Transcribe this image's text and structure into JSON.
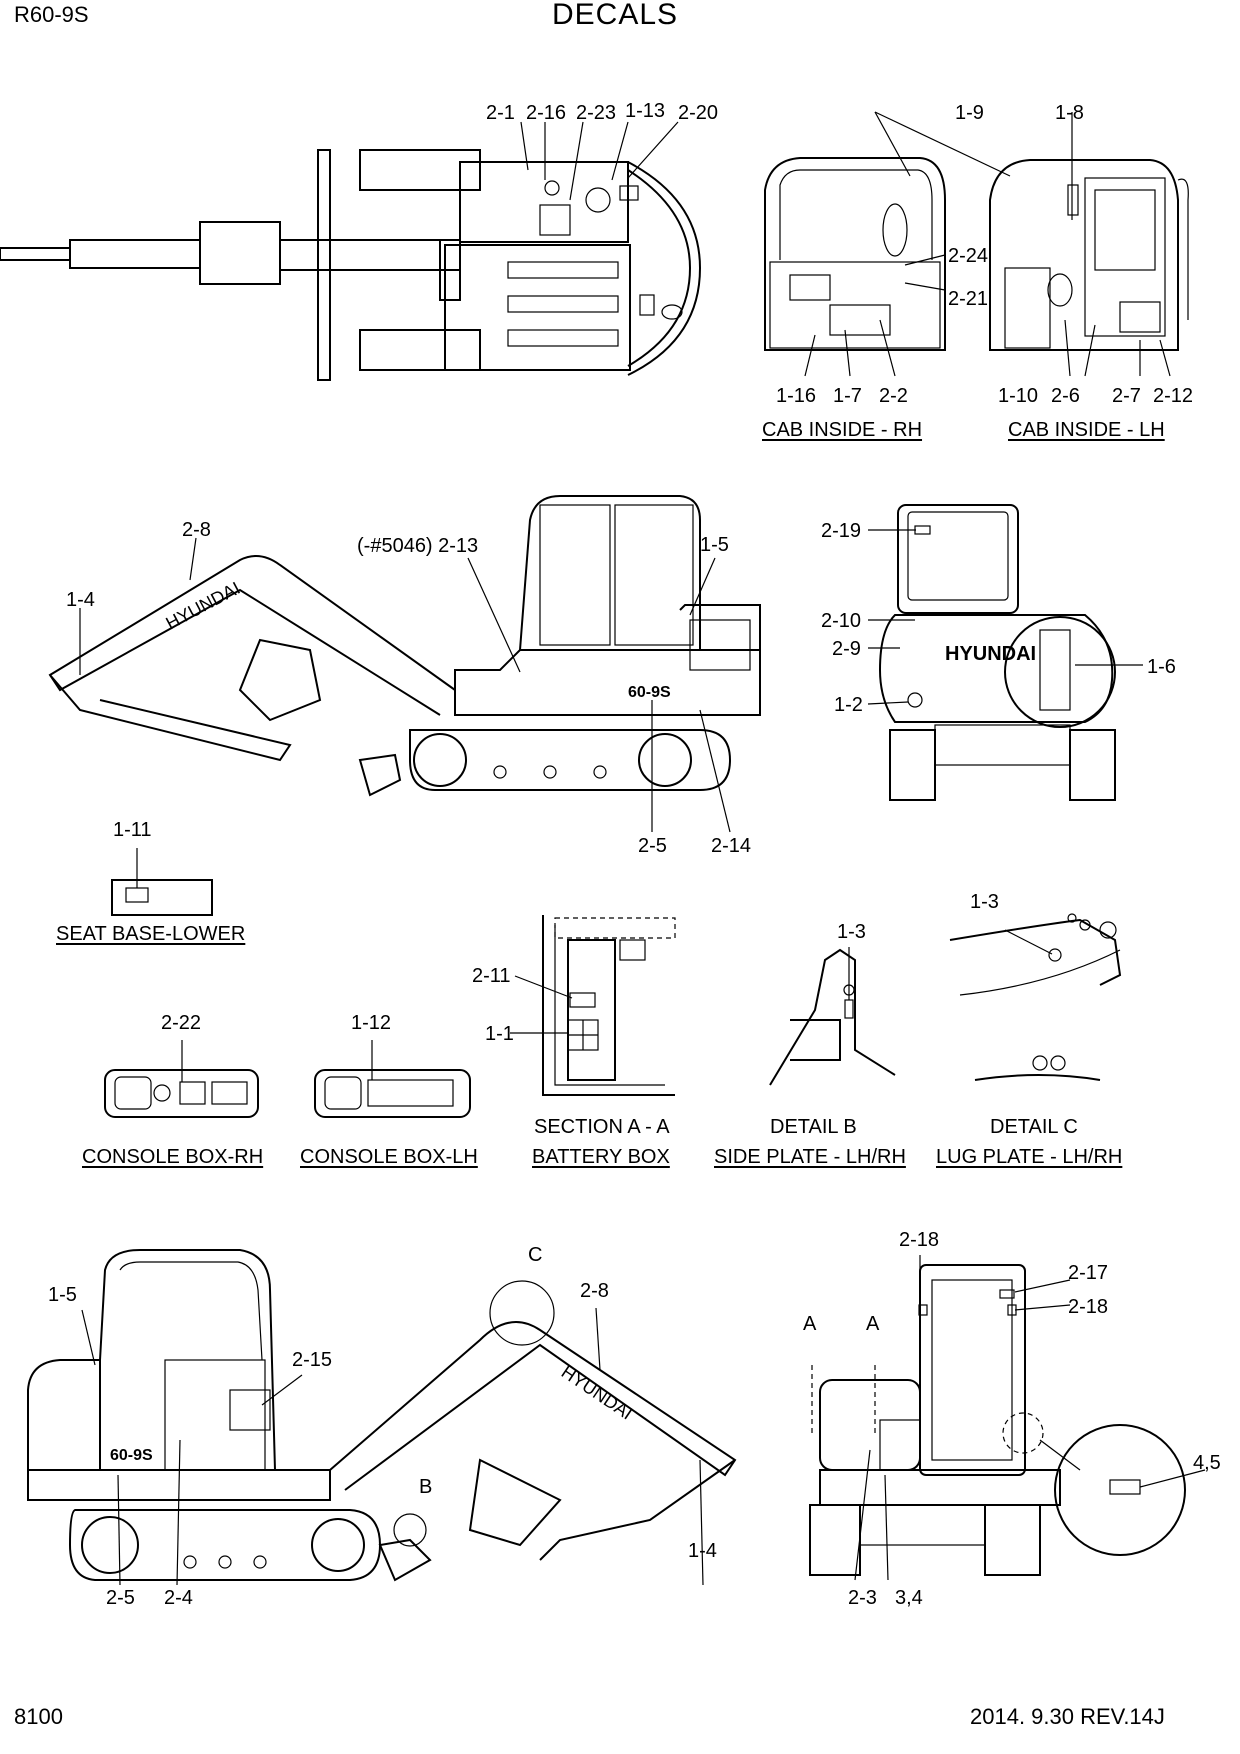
{
  "header": {
    "model": "R60-9S",
    "title": "DECALS"
  },
  "footer": {
    "page_number": "8100",
    "revision": "2014. 9.30  REV.14J"
  },
  "views": {
    "top_view": {
      "callouts": [
        "2-1",
        "2-16",
        "2-23",
        "1-13",
        "2-20"
      ]
    },
    "cab_inside_rh": {
      "caption": "CAB INSIDE - RH",
      "callouts": [
        "1-9",
        "2-24",
        "2-21",
        "1-16",
        "1-7",
        "2-2"
      ]
    },
    "cab_inside_lh": {
      "caption": "CAB INSIDE - LH",
      "callouts": [
        "1-8",
        "1-10",
        "2-6",
        "2-7",
        "2-12"
      ]
    },
    "right_side": {
      "callouts": [
        "2-8",
        "1-4",
        "(-#5046) 2-13",
        "1-5",
        "2-5",
        "2-14"
      ],
      "boom_brand": "HYUNDAI",
      "model_badge": "60-9S"
    },
    "rear_view": {
      "callouts": [
        "2-19",
        "2-10",
        "2-9",
        "1-6",
        "1-2"
      ],
      "brand": "HYUNDAI"
    },
    "seat_base": {
      "caption": "SEAT BASE-LOWER",
      "callouts": [
        "1-11"
      ]
    },
    "console_rh": {
      "caption": "CONSOLE BOX-RH",
      "callouts": [
        "2-22"
      ]
    },
    "console_lh": {
      "caption": "CONSOLE BOX-LH",
      "callouts": [
        "1-12"
      ]
    },
    "battery_box": {
      "section": "SECTION A - A",
      "caption": "BATTERY BOX",
      "callouts": [
        "2-11",
        "1-1"
      ]
    },
    "side_plate": {
      "section": "DETAIL B",
      "caption": "SIDE PLATE - LH/RH",
      "callouts": [
        "1-3"
      ]
    },
    "lug_plate": {
      "section": "DETAIL C",
      "caption": "LUG PLATE - LH/RH",
      "callouts": [
        "1-3"
      ]
    },
    "left_side": {
      "callouts": [
        "1-5",
        "2-15",
        "2-5",
        "2-4",
        "2-8",
        "1-4"
      ],
      "detail_markers": [
        "C",
        "B"
      ],
      "boom_brand": "HYUNDAI",
      "model_badge": "60-9S"
    },
    "front_view": {
      "callouts": [
        "2-18",
        "2-17",
        "2-18",
        "2-3",
        "3,4",
        "4,5"
      ],
      "section_markers": [
        "A",
        "A"
      ]
    }
  }
}
